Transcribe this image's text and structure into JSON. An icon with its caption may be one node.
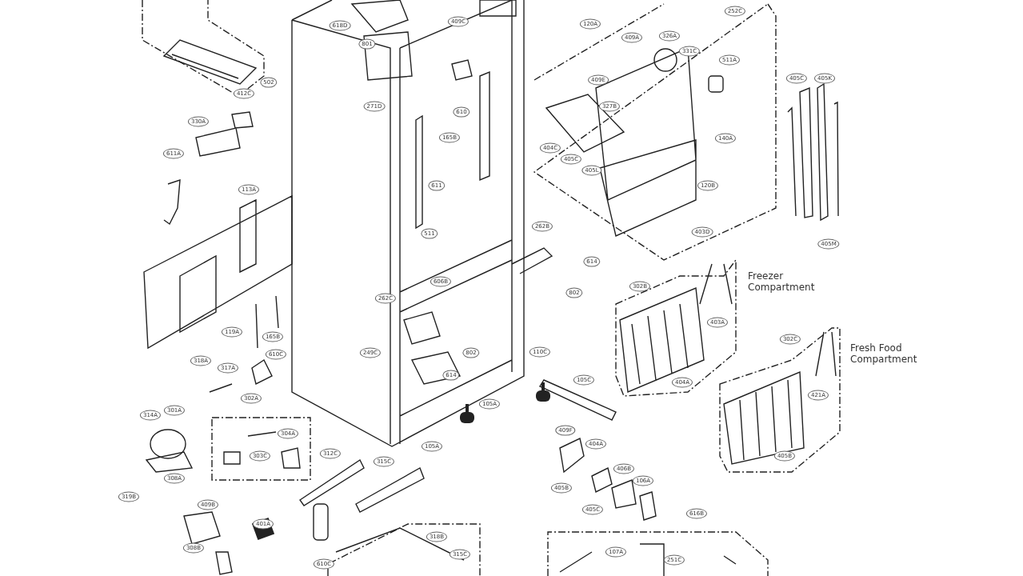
{
  "diagram": {
    "labels": [
      "618D",
      "801",
      "409C",
      "120A",
      "409A",
      "252C",
      "326A",
      "331C",
      "511A",
      "502",
      "412C",
      "271D",
      "610",
      "409E",
      "327B",
      "405C",
      "405K",
      "330A",
      "165B",
      "404C",
      "405C",
      "405L",
      "140A",
      "611A",
      "611",
      "120B",
      "113A",
      "262B",
      "511",
      "403D",
      "405M",
      "614",
      "Freezer Compartment",
      "606B",
      "302B",
      "802",
      "262C",
      "403A",
      "119A",
      "165B",
      "302C",
      "Fresh Food Compartment",
      "610C",
      "249C",
      "802",
      "110C",
      "318A",
      "317A",
      "614",
      "105C",
      "404A",
      "421A",
      "302A",
      "105A",
      "301A",
      "314A",
      "409F",
      "304A",
      "404A",
      "105A",
      "312C",
      "303C",
      "405B",
      "315C",
      "406B",
      "308A",
      "106A",
      "405B",
      "319B",
      "409B",
      "405C",
      "616B",
      "401A",
      "318B",
      "308B",
      "107A",
      "315C",
      "251C",
      "610C"
    ]
  }
}
